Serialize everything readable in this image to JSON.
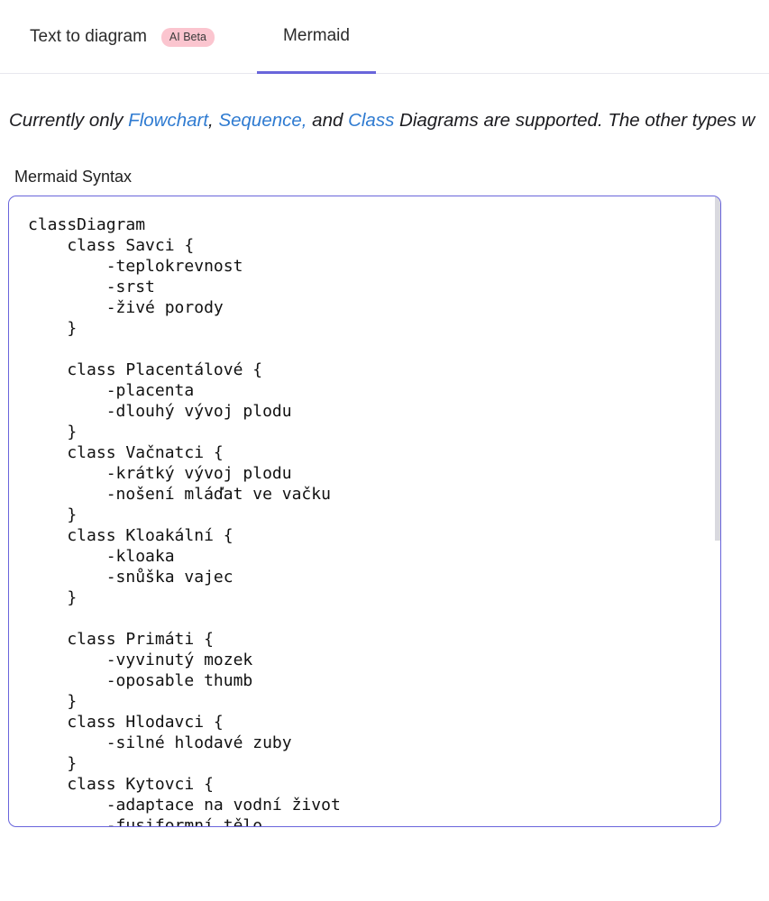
{
  "tabs": {
    "text_to_diagram": "Text to diagram",
    "ai_badge": "AI Beta",
    "mermaid": "Mermaid"
  },
  "notice": {
    "prefix": "Currently only ",
    "flowchart": "Flowchart",
    "sep1": ",",
    "sequence": "Sequence,",
    "and": " and ",
    "class": "Class",
    "suffix": " Diagrams are supported. The other types w"
  },
  "editor": {
    "label": "Mermaid Syntax",
    "code": "classDiagram\n    class Savci {\n        -teplokrevnost\n        -srst\n        -živé porody\n    }\n\n    class Placentálové {\n        -placenta\n        -dlouhý vývoj plodu\n    }\n    class Vačnatci {\n        -krátký vývoj plodu\n        -nošení mláďat ve vačku\n    }\n    class Kloakální {\n        -kloaka\n        -snůška vajec\n    }\n\n    class Primáti {\n        -vyvinutý mozek\n        -oposable thumb\n    }\n    class Hlodavci {\n        -silné hlodavé zuby\n    }\n    class Kytovci {\n        -adaptace na vodní život\n        -fusiformní tělo"
  },
  "colors": {
    "accent": "#6965db",
    "badge": "#fbc5cf",
    "link": "#2f7bd1"
  }
}
